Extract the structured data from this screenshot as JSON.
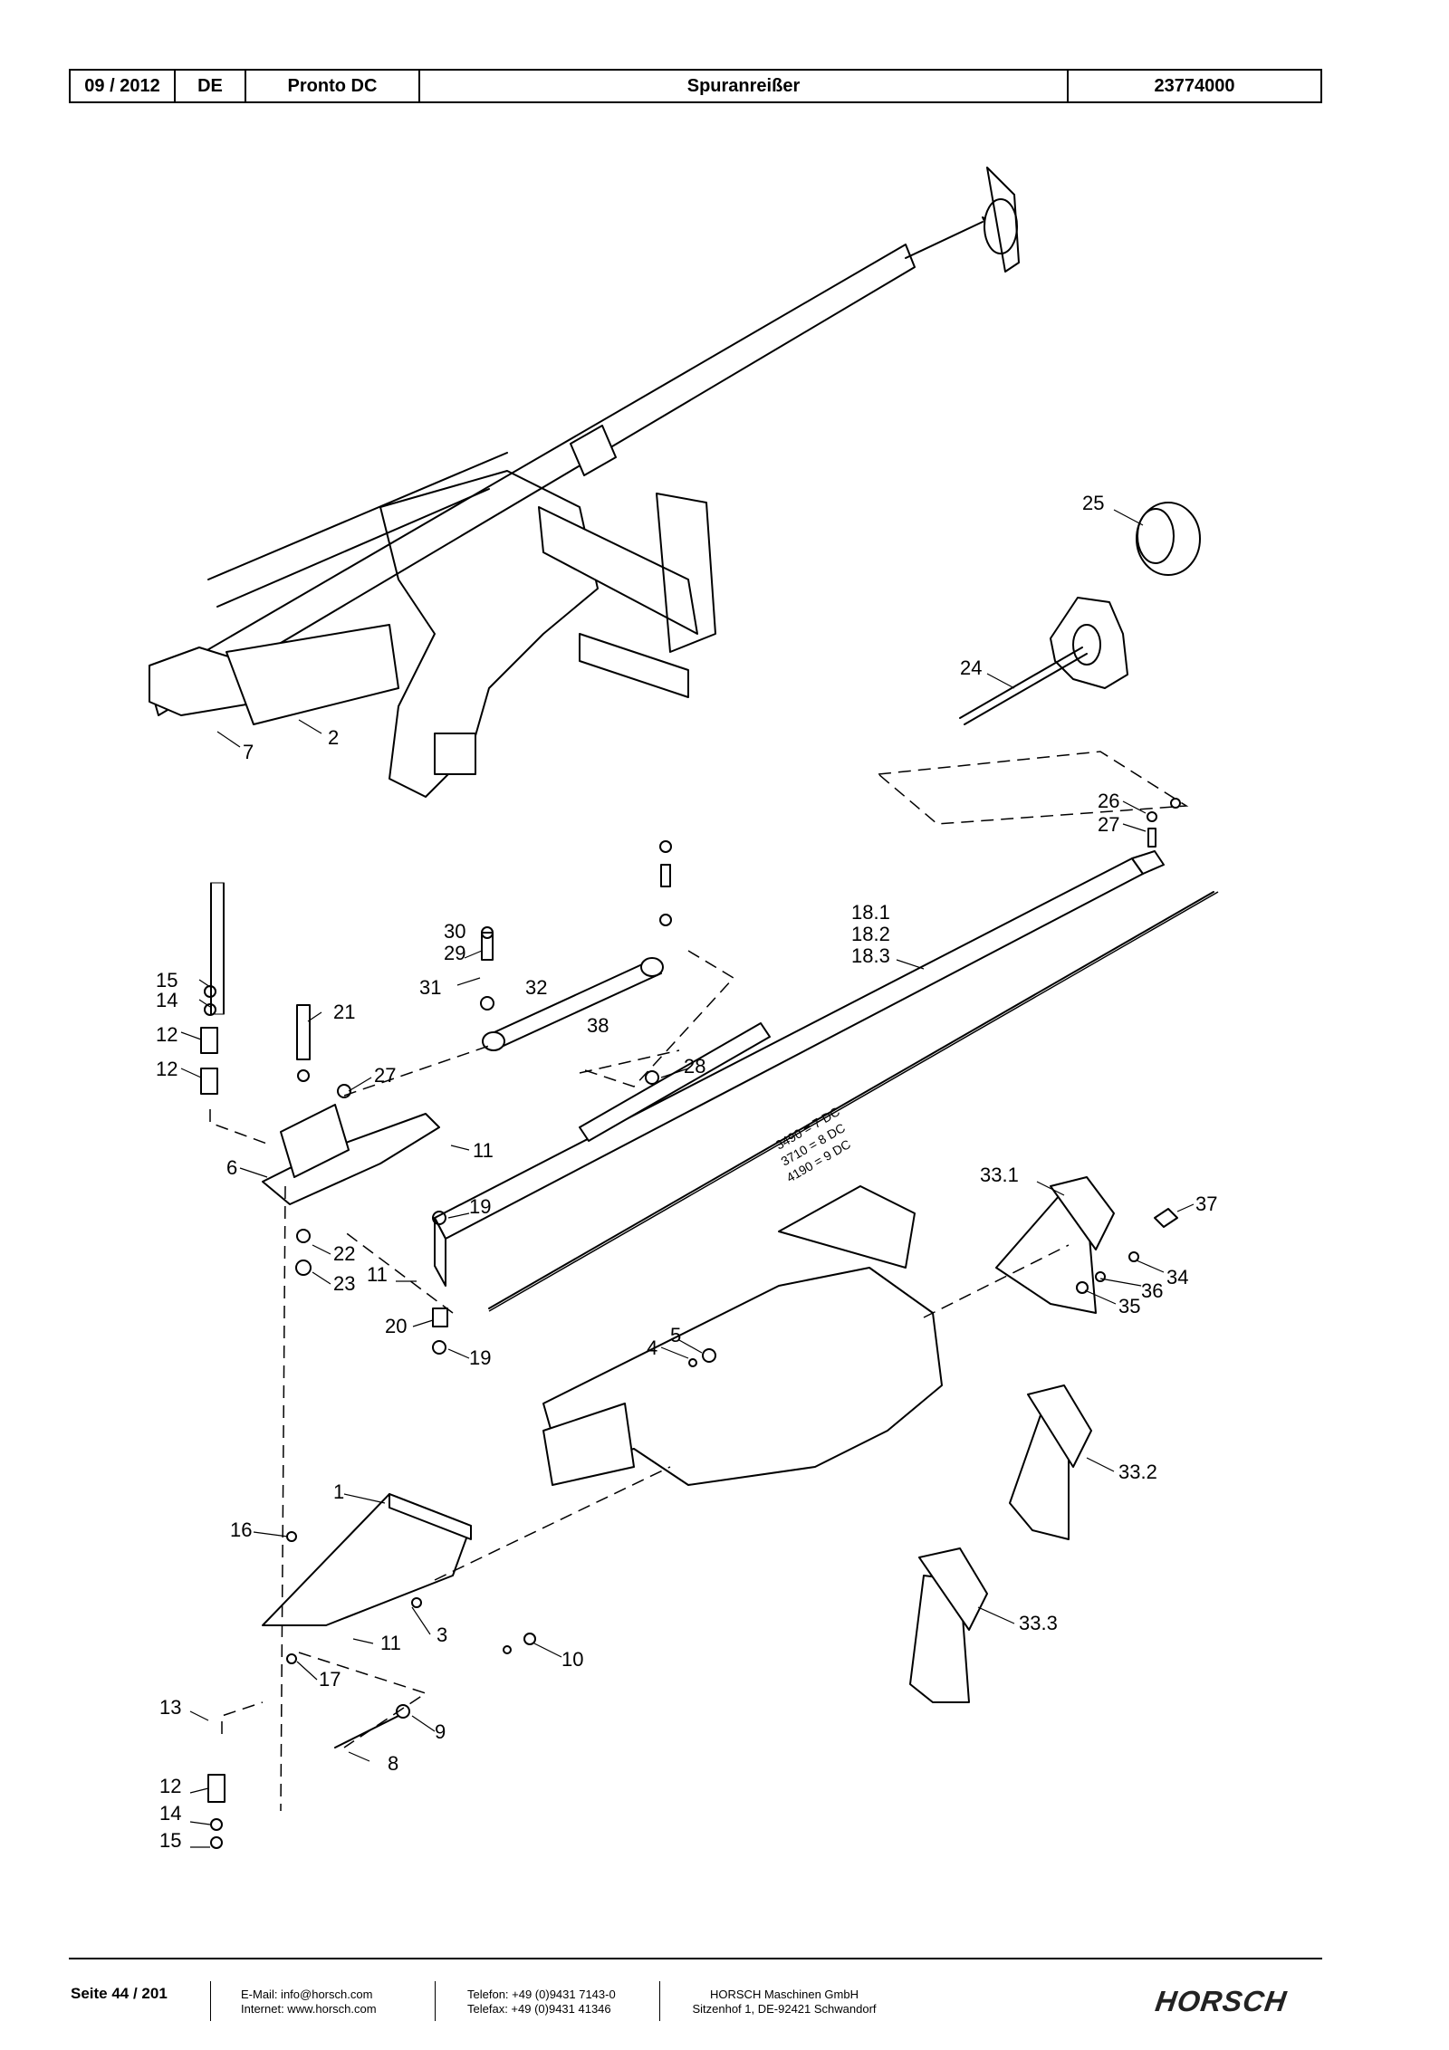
{
  "header": {
    "date": "09 / 2012",
    "lang": "DE",
    "model": "Pronto DC",
    "title": "Spuranreißer",
    "number": "23774000"
  },
  "dimensions": [
    "3490 = 7 DC",
    "3710 = 8 DC",
    "4190 = 9 DC"
  ],
  "labels": {
    "l1": "1",
    "l2": "2",
    "l3": "3",
    "l4": "4",
    "l5": "5",
    "l6": "6",
    "l7": "7",
    "l8": "8",
    "l9": "9",
    "l10": "10",
    "l11a": "11",
    "l11b": "11",
    "l11c": "11",
    "l12a": "12",
    "l12b": "12",
    "l12c": "12",
    "l13": "13",
    "l14a": "14",
    "l14b": "14",
    "l15a": "15",
    "l15b": "15",
    "l16": "16",
    "l17": "17",
    "l181": "18.1",
    "l182": "18.2",
    "l183": "18.3",
    "l19a": "19",
    "l19b": "19",
    "l20": "20",
    "l21": "21",
    "l22": "22",
    "l23": "23",
    "l24": "24",
    "l25": "25",
    "l26": "26",
    "l27a": "27",
    "l27b": "27",
    "l28": "28",
    "l29": "29",
    "l30": "30",
    "l31": "31",
    "l32": "32",
    "l331": "33.1",
    "l332": "33.2",
    "l333": "33.3",
    "l34": "34",
    "l35": "35",
    "l36": "36",
    "l37": "37",
    "l38": "38"
  },
  "footer": {
    "page": "Seite 44 / 201",
    "email": "E-Mail: info@horsch.com",
    "internet": "Internet: www.horsch.com",
    "phone": "Telefon: +49 (0)9431 7143-0",
    "fax": "Telefax: +49 (0)9431 41346",
    "company": "HORSCH Maschinen GmbH",
    "address": "Sitzenhof 1, DE-92421 Schwandorf",
    "logo": "HORSCH"
  }
}
